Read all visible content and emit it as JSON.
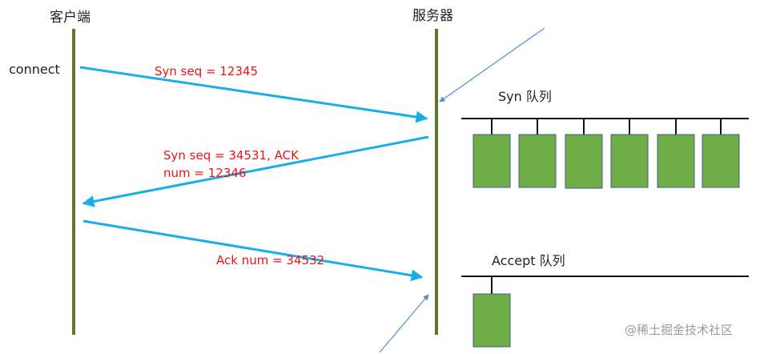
{
  "headings": {
    "client": "客户端",
    "server": "服务器"
  },
  "client_action": "connect",
  "messages": [
    {
      "text": "Syn seq = 12345"
    },
    {
      "text_line1": "Syn seq = 34531, ACK",
      "text_line2": "num = 12346"
    },
    {
      "text": "Ack num = 34532"
    }
  ],
  "queues": {
    "syn": {
      "label": "Syn 队列",
      "item_count": 6
    },
    "accept": {
      "label": "Accept 队列",
      "item_count": 1
    }
  },
  "watermark": "@稀土掘金技术社区",
  "colors": {
    "timeline": "#5a7a2e",
    "arrow": "#19aee8",
    "message_text": "#e8141a",
    "queue_item_fill": "#70ad47",
    "queue_item_border": "#3f5f8c",
    "pointer_line": "#4f8fd6",
    "queue_rail": "#111111"
  }
}
